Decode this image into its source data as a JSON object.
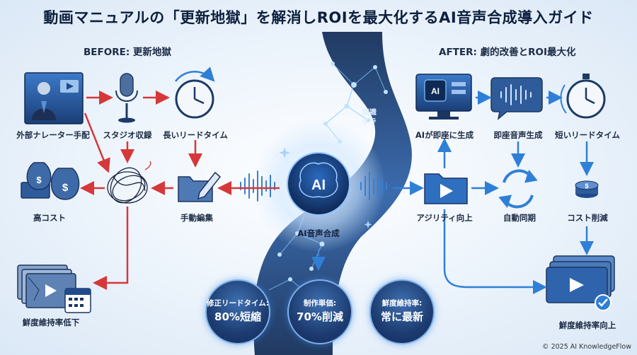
{
  "title": "動画マニュアルの「更新地獄」を解消しROIを最大化するAI音声合成導入ガイド",
  "before_heading": "BEFORE: 更新地獄",
  "after_heading": "AFTER: 劇的改善とROI最大化",
  "before": {
    "narrator": "外部ナレーター手配",
    "studio": "スタジオ収録",
    "lead_time": "長いリードタイム",
    "high_cost": "高コスト",
    "manual_edit": "手動編集",
    "freshness_down": "鮮度維持率低下"
  },
  "center": {
    "ai_label": "AI",
    "caption": "AI音声合成",
    "graph_label": [
      "知識",
      "グラ"
    ]
  },
  "after": {
    "ai_generate": "AIが即座に生成",
    "instant_voice": "即座音声生成",
    "short_lead": "短いリードタイム",
    "agility": "アジリティ向上",
    "auto_sync": "自動同期",
    "cost_cut": "コスト削減",
    "freshness_up": "鮮度維持率向上"
  },
  "metrics": [
    {
      "label": "修正リードタイム:",
      "value": "80%短縮"
    },
    {
      "label": "制作単価:",
      "value": "70%削減"
    },
    {
      "label": "鮮度維持率:",
      "value": "常に最新"
    }
  ],
  "copyright": "© 2025 AI KnowledgeFlow",
  "colors": {
    "red_arrow": "#d6383a",
    "blue_arrow": "#2f7fd6",
    "navy": "#1b3a6b",
    "accent": "#4aa3f0"
  }
}
